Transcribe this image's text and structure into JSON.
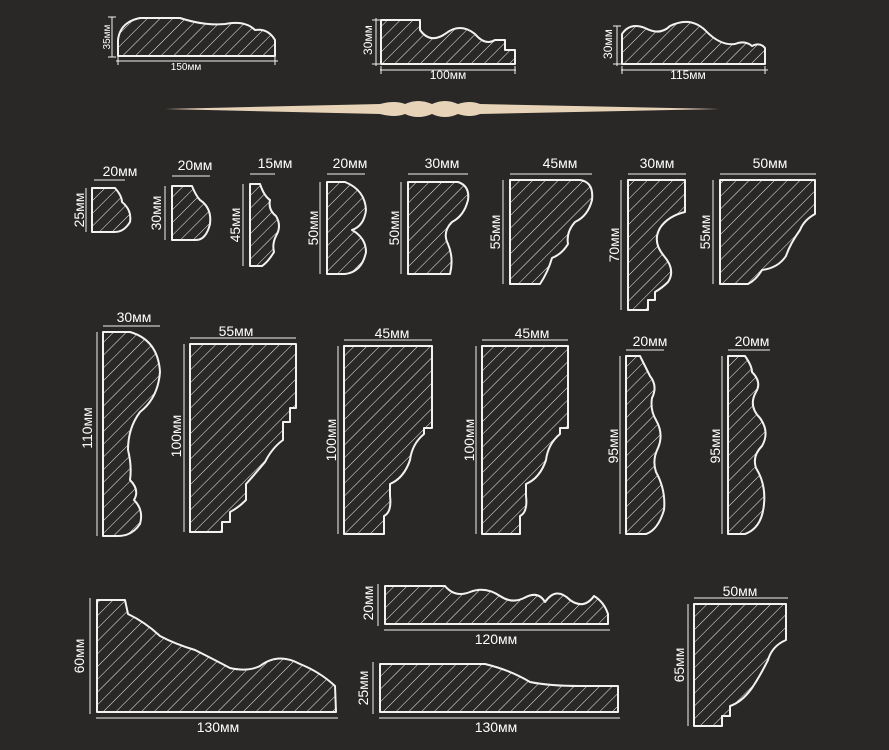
{
  "colors": {
    "background": "#292827",
    "line": "#f2f2f2",
    "ornament": "#e7d3b8"
  },
  "profiles": [
    {
      "id": "t1",
      "width": "150мм",
      "height": "35мм"
    },
    {
      "id": "t2",
      "width": "100мм",
      "height": "30мм"
    },
    {
      "id": "t3",
      "width": "115мм",
      "height": "30мм"
    },
    {
      "id": "r1",
      "width": "20мм",
      "height": "25мм"
    },
    {
      "id": "r2",
      "width": "20мм",
      "height": "30мм"
    },
    {
      "id": "r3",
      "width": "15мм",
      "height": "45мм"
    },
    {
      "id": "r4",
      "width": "20мм",
      "height": "50мм"
    },
    {
      "id": "r5",
      "width": "30мм",
      "height": "50мм"
    },
    {
      "id": "r6",
      "width": "45мм",
      "height": "55мм"
    },
    {
      "id": "r7",
      "width": "30мм",
      "height": "70мм"
    },
    {
      "id": "r8",
      "width": "50мм",
      "height": "55мм"
    },
    {
      "id": "m1",
      "width": "30мм",
      "height": "110мм"
    },
    {
      "id": "m2",
      "width": "55мм",
      "height": "100мм"
    },
    {
      "id": "m3",
      "width": "45мм",
      "height": "100мм"
    },
    {
      "id": "m4",
      "width": "45мм",
      "height": "100мм"
    },
    {
      "id": "m5",
      "width": "20мм",
      "height": "95мм"
    },
    {
      "id": "m6",
      "width": "20мм",
      "height": "95мм"
    },
    {
      "id": "b1",
      "width": "130мм",
      "height": "60мм"
    },
    {
      "id": "b2",
      "width": "120мм",
      "height": "20мм"
    },
    {
      "id": "b3",
      "width": "130мм",
      "height": "25мм"
    },
    {
      "id": "b4",
      "width": "50мм",
      "height": "65мм"
    }
  ]
}
